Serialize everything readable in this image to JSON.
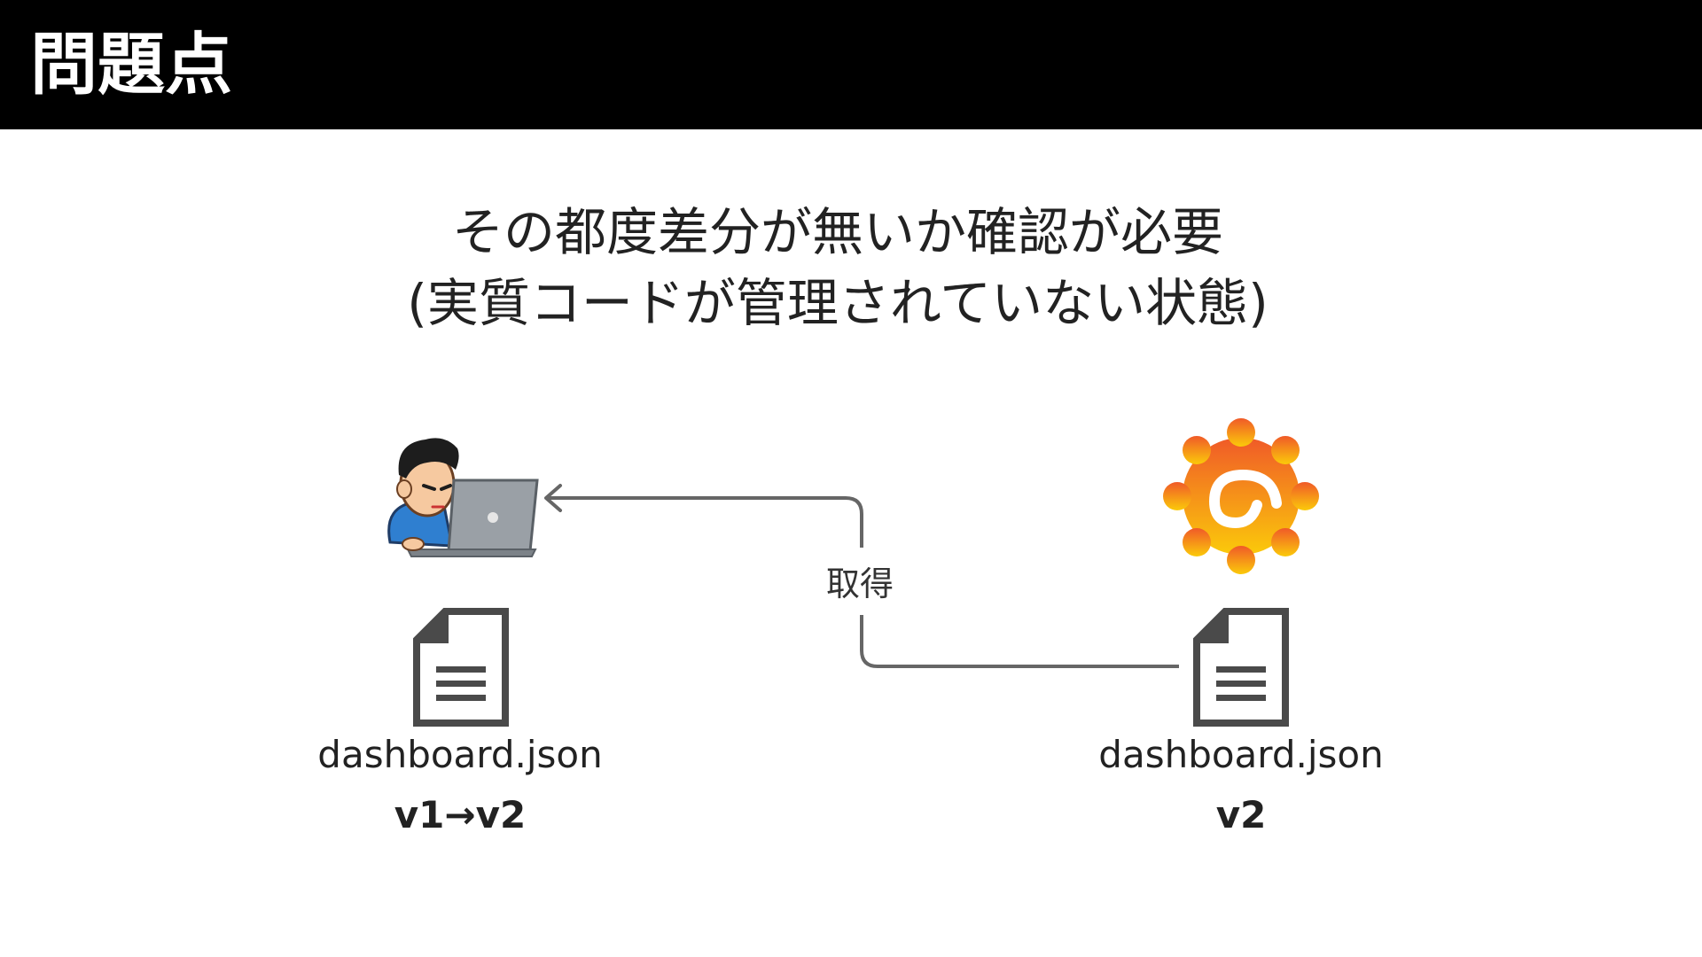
{
  "slide": {
    "title": "問題点",
    "message_lines": [
      "その都度差分が無いか確認が必要",
      "(実質コードが管理されていない状態)"
    ]
  },
  "diagram": {
    "edge_label": "取得",
    "local": {
      "filename": "dashboard.json",
      "version": "v1→v2",
      "actor_icon": "person-at-laptop-icon",
      "file_icon": "document-icon"
    },
    "remote": {
      "filename": "dashboard.json",
      "version": "v2",
      "service_icon": "grafana-logo-icon",
      "file_icon": "document-icon"
    }
  },
  "colors": {
    "title_bar": "#000000",
    "title_text": "#ffffff",
    "connector": "#666666",
    "document": "#4a4a4a",
    "logo_top": "#f05a28",
    "logo_bottom": "#fbca0a"
  }
}
